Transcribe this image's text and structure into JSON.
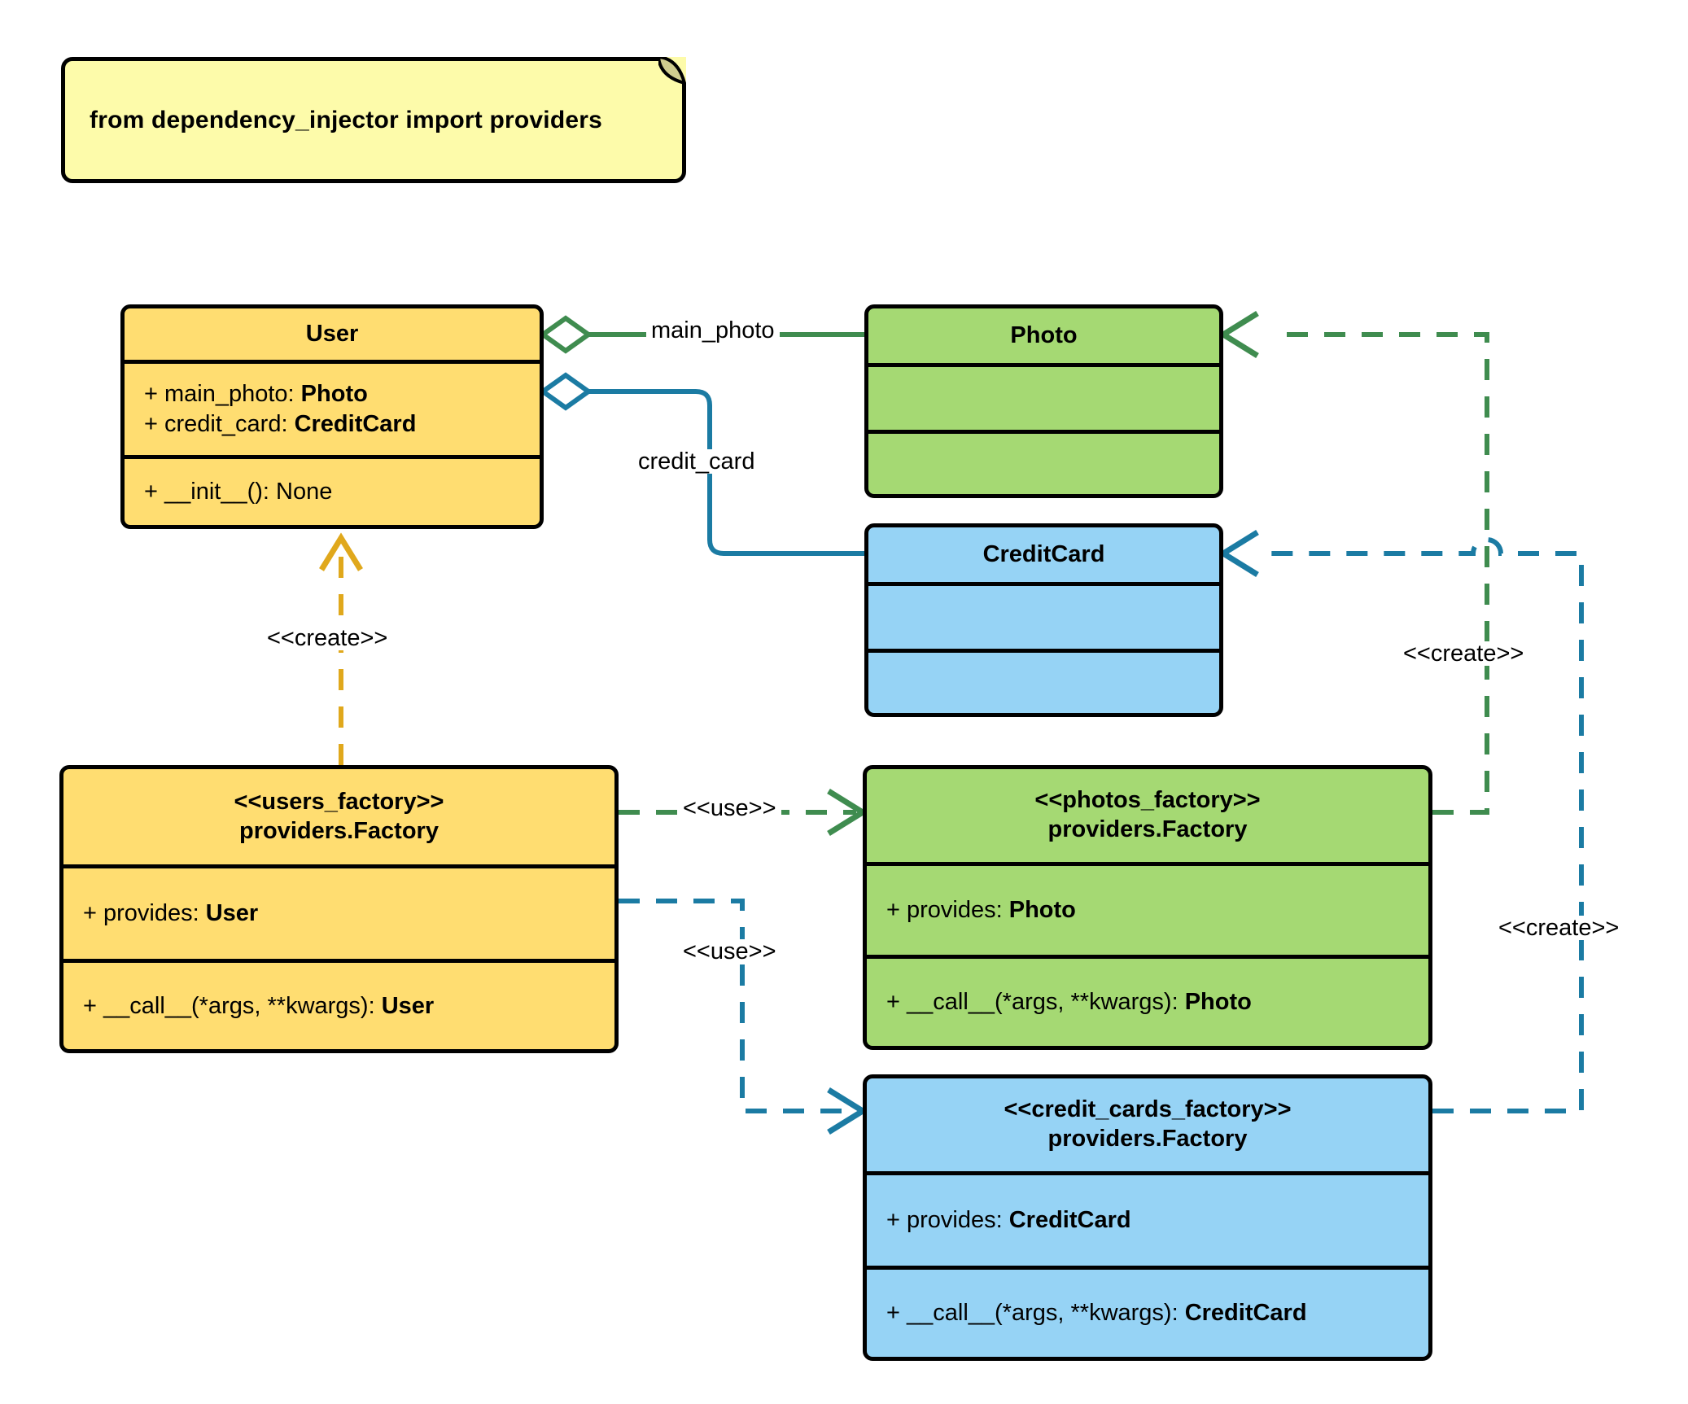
{
  "diagram": {
    "type": "uml-class-diagram",
    "title": "dependency_injector providers factory diagram",
    "background": "#ffffff"
  },
  "note": {
    "text": "from dependency_injector import providers",
    "fill": "#fdfbaa",
    "stroke": "#000000"
  },
  "colors": {
    "yellow_fill": "#ffdd71",
    "green_fill": "#a5d973",
    "blue_fill": "#96d3f5",
    "green_edge": "#3f8c4f",
    "blue_edge": "#1b7ba3",
    "yellow_edge": "#e0a81c",
    "outline": "#000000"
  },
  "classes": {
    "user": {
      "name": "User",
      "attributes": [
        "+ main_photo: ",
        "+ credit_card: "
      ],
      "attr_line_1_label": "+ main_photo: ",
      "attr_line_1_type": "Photo",
      "attr_line_2_label": "+ credit_card: ",
      "attr_line_2_type": "CreditCard",
      "method_line": "+ __init__(): None"
    },
    "photo": {
      "name": "Photo",
      "attributes": "",
      "methods": ""
    },
    "credit_card": {
      "name": "CreditCard",
      "attributes": "",
      "methods": ""
    },
    "users_factory": {
      "stereotype": "<<users_factory>>",
      "name": "providers.Factory",
      "provides_label": "+ provides: ",
      "provides_type": "User",
      "call_label": "+ __call__(*args, **kwargs): ",
      "call_type": "User"
    },
    "photos_factory": {
      "stereotype": "<<photos_factory>>",
      "name": "providers.Factory",
      "provides_label": "+ provides: ",
      "provides_type": "Photo",
      "call_label": "+ __call__(*args, **kwargs): ",
      "call_type": "Photo"
    },
    "credit_cards_factory": {
      "stereotype": "<<credit_cards_factory>>",
      "name": "providers.Factory",
      "provides_label": "+ provides: ",
      "provides_type": "CreditCard",
      "call_label": "+ __call__(*args, **kwargs): ",
      "call_type": "CreditCard"
    }
  },
  "edges": {
    "user_photo": {
      "label": "main_photo",
      "kind": "aggregation",
      "color": "#3f8c4f"
    },
    "user_creditcard": {
      "label": "credit_card",
      "kind": "aggregation",
      "color": "#1b7ba3"
    },
    "users_factory_creates_user": {
      "label": "<<create>>",
      "kind": "dependency",
      "color": "#e0a81c"
    },
    "users_factory_uses_photos_factory": {
      "label": "<<use>>",
      "kind": "dependency",
      "color": "#3f8c4f"
    },
    "users_factory_uses_credit_cards_factory": {
      "label": "<<use>>",
      "kind": "dependency",
      "color": "#1b7ba3"
    },
    "photos_factory_creates_photo": {
      "label": "<<create>>",
      "kind": "dependency",
      "color": "#3f8c4f"
    },
    "credit_cards_factory_creates_creditcard": {
      "label": "<<create>>",
      "kind": "dependency",
      "color": "#1b7ba3"
    }
  }
}
